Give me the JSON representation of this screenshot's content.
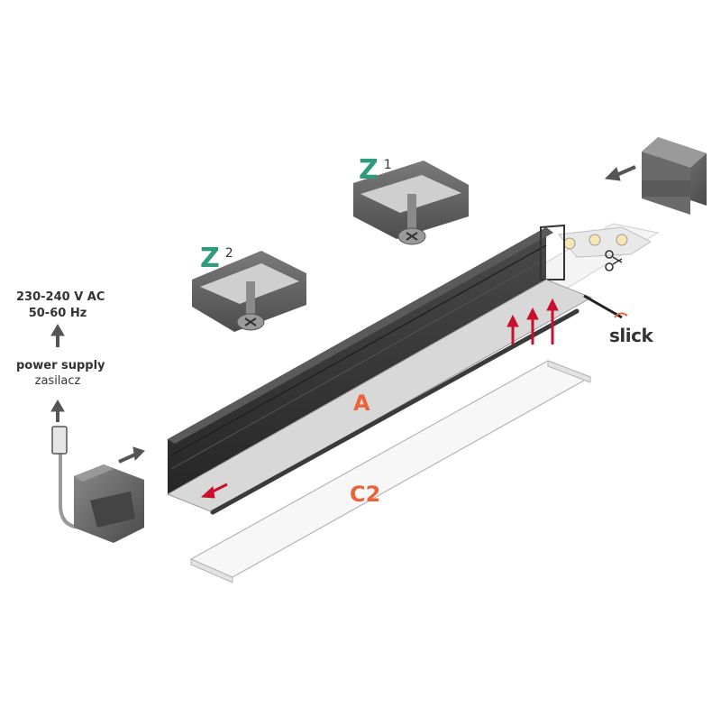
{
  "labels": {
    "z1_letter": "Z",
    "z1_sup": "1",
    "z2_letter": "Z",
    "z2_sup": "2",
    "profile": "A",
    "cover": "C2",
    "voltage": "230-240 V AC",
    "frequency": "50-60 Hz",
    "power_supply": "power supply",
    "power_supply_pl": "zasilacz",
    "slick_brand": "slick"
  },
  "colors": {
    "profile_dark": "#3c3c3c",
    "profile_face": "#2b2b2b",
    "accent_green": "#2f9a7e",
    "accent_orange": "#e8623a",
    "arrow_red": "#c8102e",
    "arrow_gray": "#555555"
  },
  "icons": [
    "scissors-icon",
    "arrow-icon"
  ]
}
